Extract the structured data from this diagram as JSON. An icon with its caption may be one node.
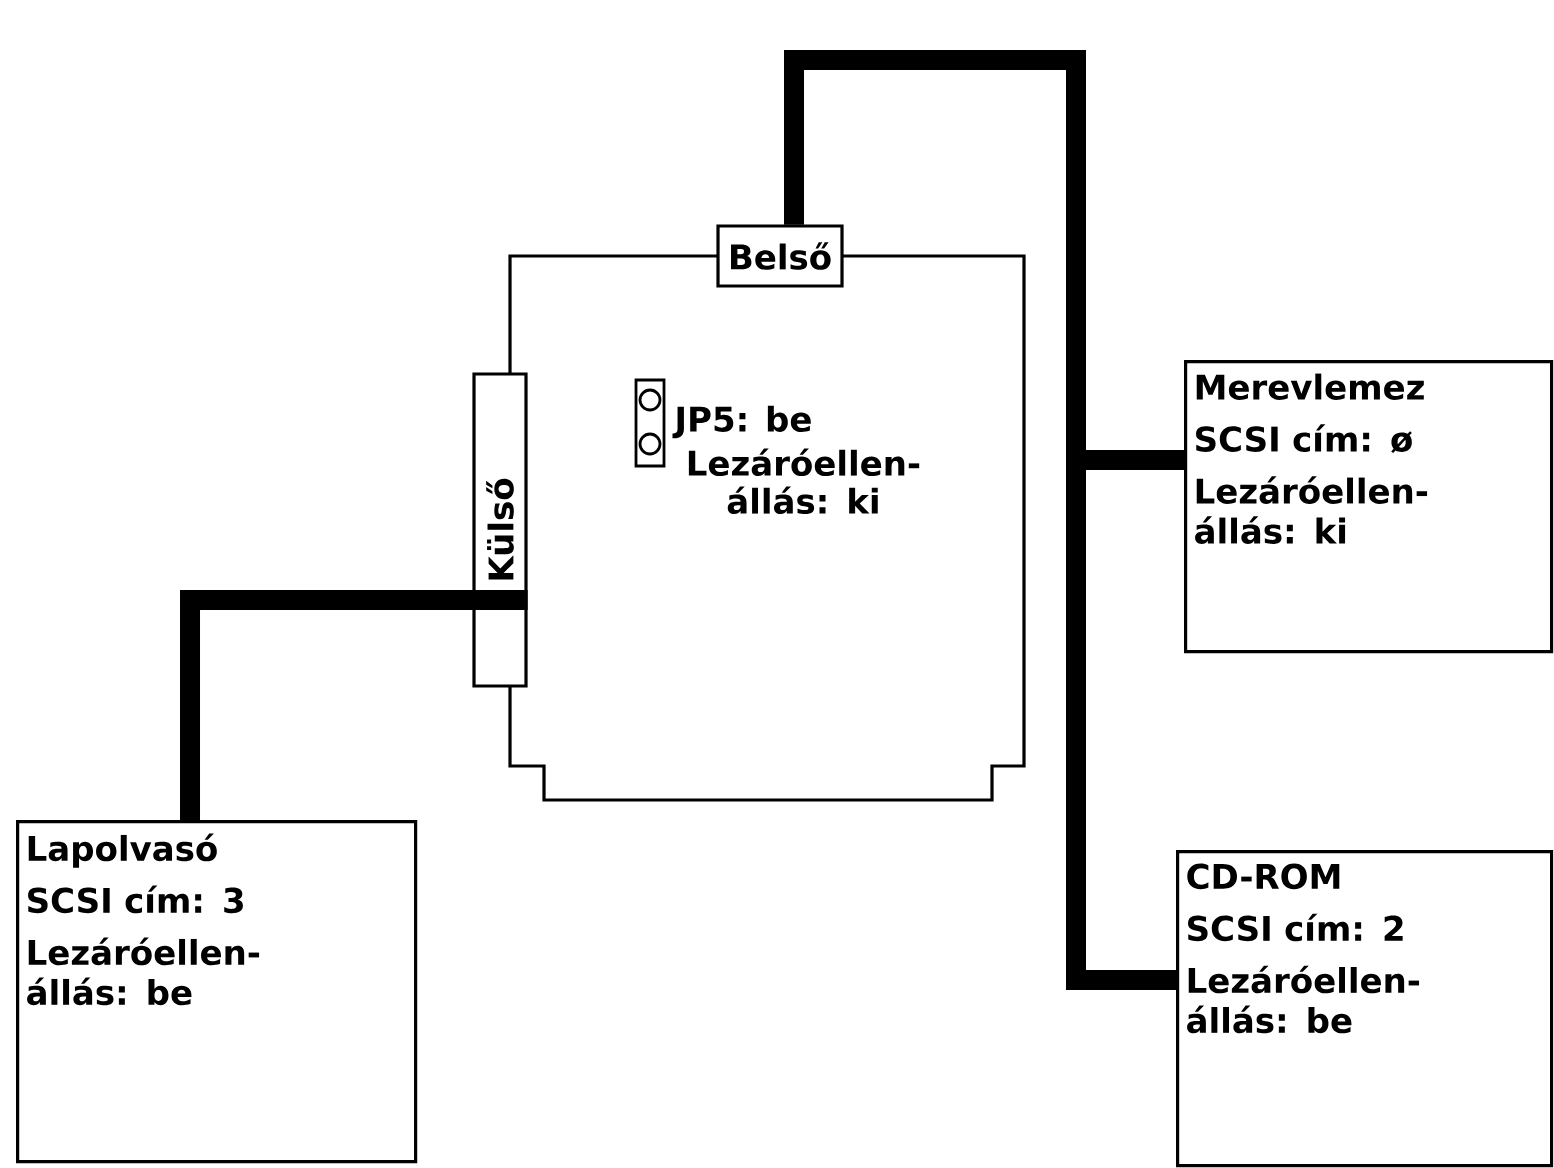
{
  "diagram": {
    "nodes": [
      {
        "text": [
          "JP5: be",
          "Lezáróellen- állás: ki"
        ]
      },
      {
        "text": [
          "Belső"
        ]
      },
      {
        "text": [
          "Külső"
        ]
      },
      {
        "text": [
          "Merevlemez",
          "SCSI cím: ø",
          "Lezáróellen- állás: ki"
        ]
      },
      {
        "text": [
          "CD-ROM",
          "SCSI cím: 2",
          "Lezáróellen- állás: be"
        ]
      },
      {
        "text": [
          "Lapolvasó",
          "SCSI cím: 3",
          "Lezáróellen- állás: be"
        ]
      }
    ],
    "edges": [
      {
        "from": 1,
        "to": 3,
        "arrow": "none"
      },
      {
        "from": 1,
        "to": 4,
        "arrow": "none"
      },
      {
        "from": 2,
        "to": 5,
        "arrow": "none"
      }
    ]
  }
}
